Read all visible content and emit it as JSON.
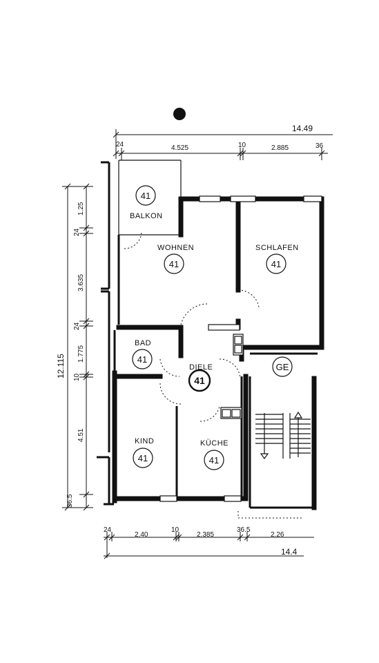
{
  "rooms": {
    "balkon": {
      "label": "BALKON",
      "number": "41"
    },
    "wohnen": {
      "label": "WOHNEN",
      "number": "41"
    },
    "schlafen": {
      "label": "SCHLAFEN",
      "number": "41"
    },
    "bad": {
      "label": "BAD",
      "number": "41"
    },
    "diele": {
      "label": "DIELE",
      "number": "41"
    },
    "kind": {
      "label": "KIND",
      "number": "41"
    },
    "kueche": {
      "label": "KÜCHE",
      "number": "41"
    },
    "ge": {
      "label": "GE"
    }
  },
  "dimensions": {
    "top_total": "14.49",
    "top": [
      "24",
      "4.525",
      "10",
      "2.885",
      "36"
    ],
    "bottom_total": "14.4",
    "bottom": [
      "24",
      "2.40",
      "10",
      "2.385",
      "36.5",
      "2.26"
    ],
    "left_total": "12.115",
    "left": [
      "1.25",
      "24",
      "3.635",
      "24",
      "1.775",
      "10",
      "4.51",
      "36.5"
    ]
  }
}
